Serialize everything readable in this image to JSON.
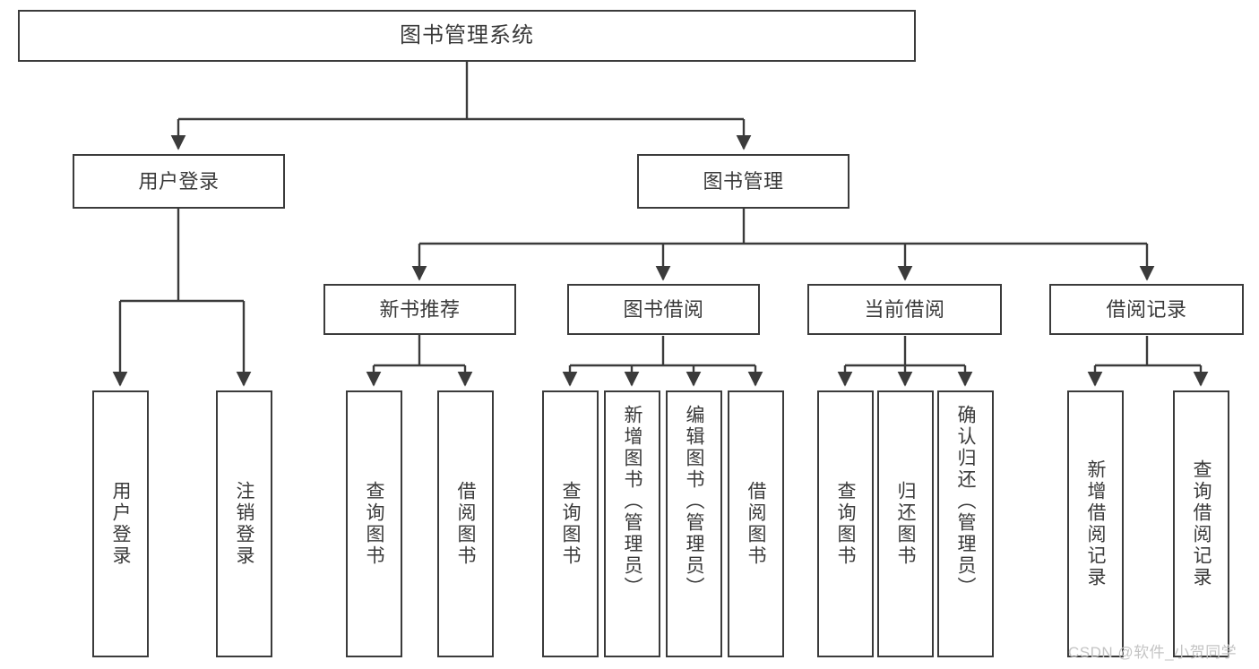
{
  "diagram": {
    "type": "tree-hierarchy",
    "title": "图书管理系统",
    "watermark": "CSDN @软件_小贺同学",
    "colors": {
      "stroke": "#3b3b3b",
      "text": "#3a3a3a",
      "background": "#ffffff",
      "watermark": "#c4c4c4"
    },
    "levels": {
      "root": {
        "label": "图书管理系统"
      },
      "level2": [
        {
          "label": "用户登录"
        },
        {
          "label": "图书管理"
        }
      ],
      "level3": [
        {
          "label": "新书推荐"
        },
        {
          "label": "图书借阅"
        },
        {
          "label": "当前借阅"
        },
        {
          "label": "借阅记录"
        }
      ]
    },
    "leaves": {
      "user_login": [
        {
          "label": "用户登录"
        },
        {
          "label": "注销登录"
        }
      ],
      "new_book_recommend": [
        {
          "label": "查询图书"
        },
        {
          "label": "借阅图书"
        }
      ],
      "book_borrow": [
        {
          "label": "查询图书"
        },
        {
          "label": "新增图书（管理员）"
        },
        {
          "label": "编辑图书（管理员）"
        },
        {
          "label": "借阅图书"
        }
      ],
      "current_borrow": [
        {
          "label": "查询图书"
        },
        {
          "label": "归还图书"
        },
        {
          "label": "确认归还（管理员）"
        }
      ],
      "borrow_record": [
        {
          "label": "新增借阅记录"
        },
        {
          "label": "查询借阅记录"
        }
      ]
    }
  }
}
